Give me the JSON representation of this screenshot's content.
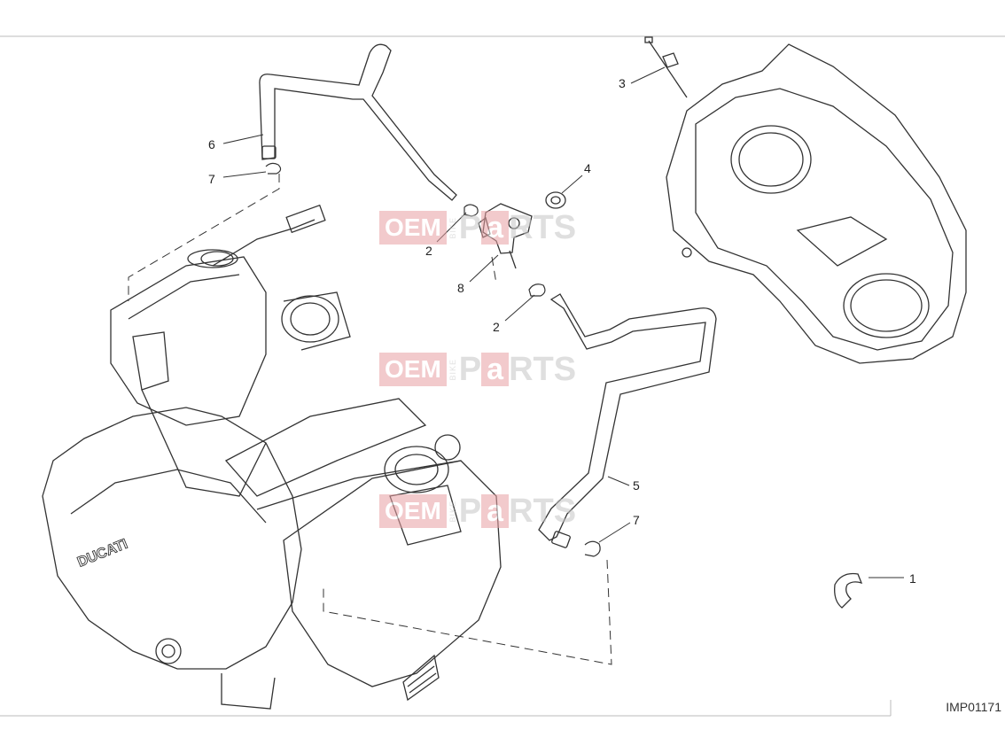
{
  "diagram": {
    "reference_code": "IMP01171",
    "callouts": {
      "c1": "1",
      "c2a": "2",
      "c2b": "2",
      "c3": "3",
      "c4": "4",
      "c5": "5",
      "c6": "6",
      "c7a": "7",
      "c7b": "7",
      "c8": "8"
    }
  },
  "watermark": {
    "oem": "OEM",
    "bike": "BIKE",
    "p": "P",
    "a": "a",
    "rts": "RTS"
  },
  "engine": {
    "brand_text": "DUCATI"
  }
}
